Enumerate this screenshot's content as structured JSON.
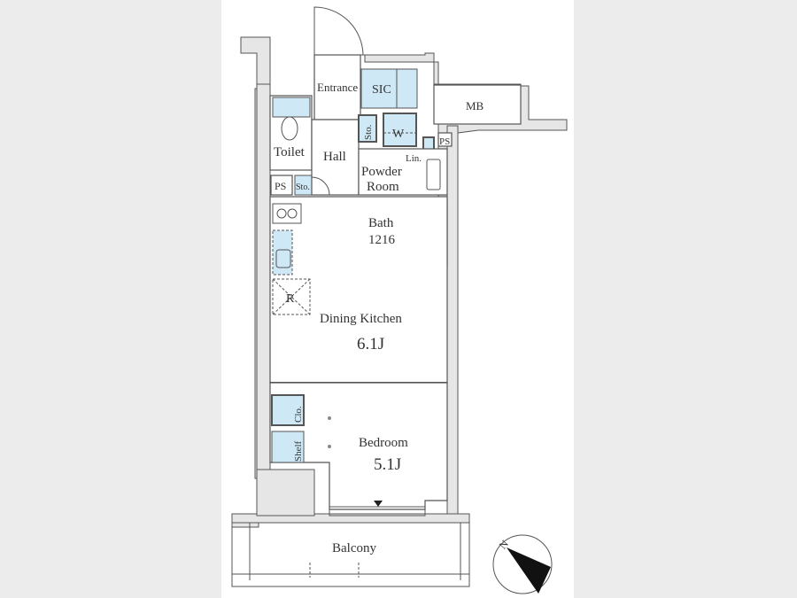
{
  "floor_plan": {
    "rooms": {
      "entrance": "Entrance",
      "sic": "SIC",
      "mb": "MB",
      "toilet": "Toilet",
      "hall": "Hall",
      "storage_1": "Sto.",
      "storage_2": "Sto.",
      "washer": "W",
      "ps_1": "PS",
      "ps_2": "PS",
      "linen": "Lin.",
      "powder_room_line1": "Powder",
      "powder_room_line2": "Room",
      "bath": "Bath",
      "bath_size": "1216",
      "refrigerator": "R",
      "dining_kitchen": "Dining Kitchen",
      "dining_kitchen_size": "6.1J",
      "closet": "Clo.",
      "shelf": "Shelf",
      "bedroom": "Bedroom",
      "bedroom_size": "5.1J",
      "balcony": "Balcony"
    },
    "compass_label": "N",
    "colors": {
      "fixture_blue": "#cfe8f5",
      "wall_gray": "#e6e6e6"
    }
  }
}
